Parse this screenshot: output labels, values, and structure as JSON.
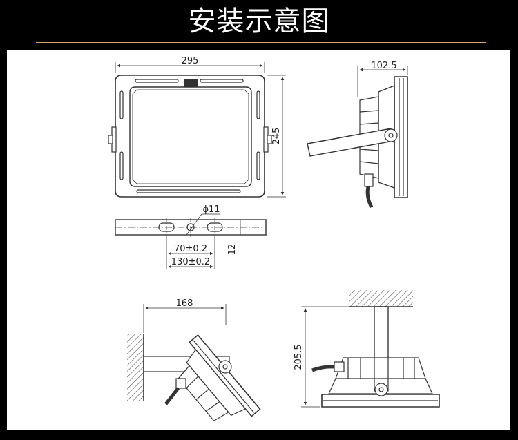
{
  "header": {
    "title": "安装示意图"
  },
  "dimensions": {
    "front_width": "295",
    "front_height": "245",
    "side_depth": "102.5",
    "bracket_hole_dia": "ϕ11",
    "bracket_slot_spacing": "70±0.2",
    "bracket_hole_spacing": "130±0.2",
    "bracket_thickness": "12",
    "wall_mount_projection": "168",
    "ceiling_mount_height": "205.5"
  }
}
